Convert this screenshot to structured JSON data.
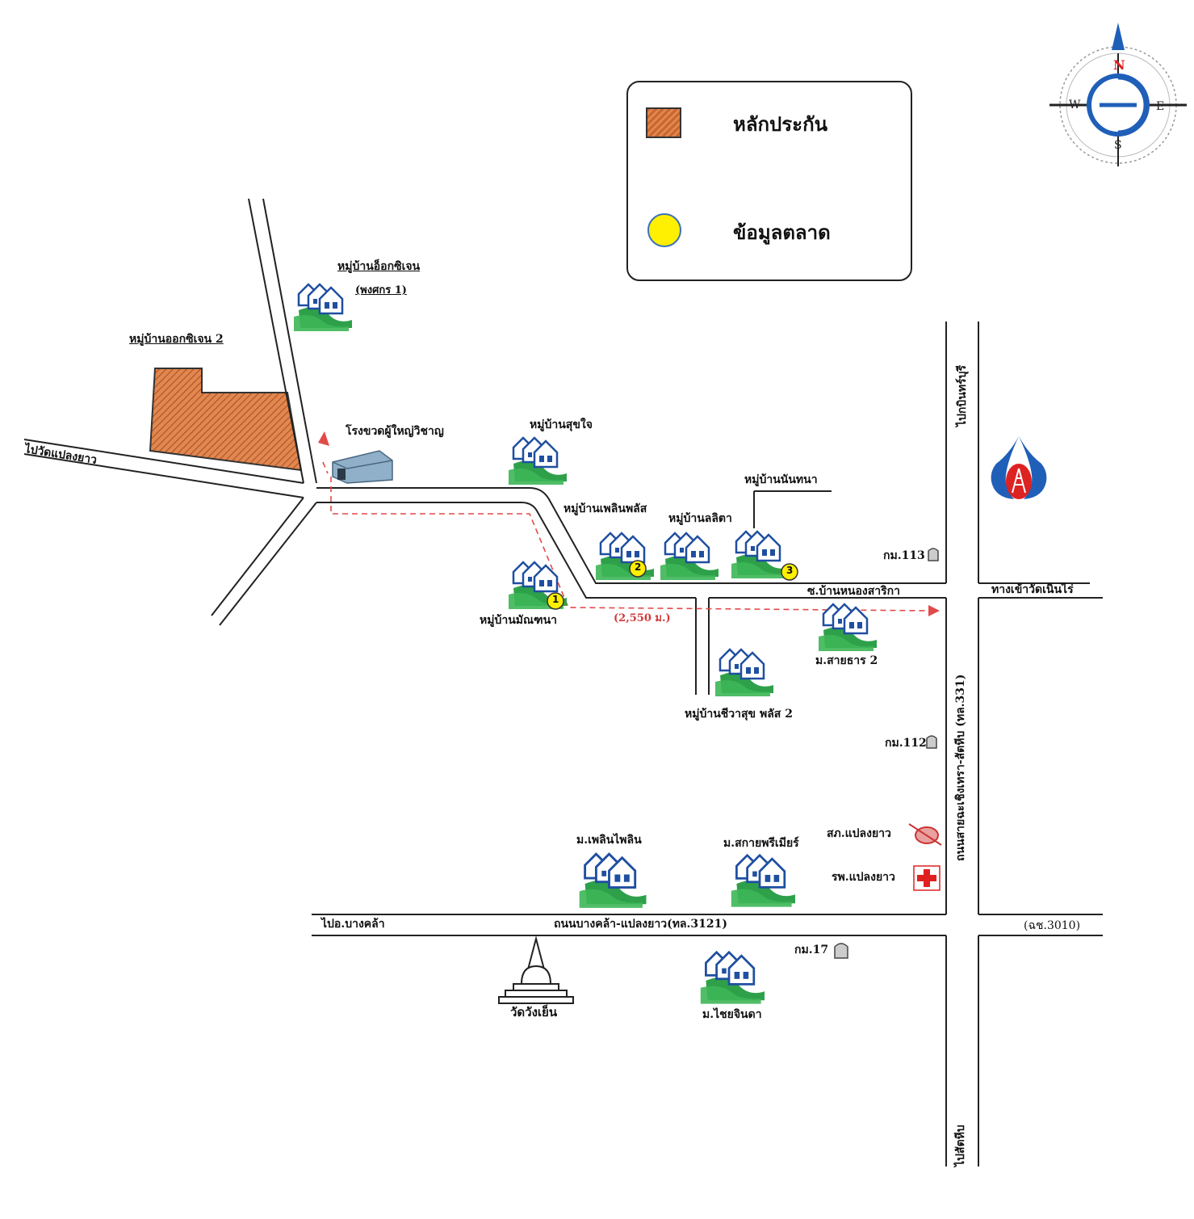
{
  "legend": {
    "items": [
      {
        "label": "หลักประกัน",
        "color": "#c9672f",
        "symbol": "hatched-square"
      },
      {
        "label": "ข้อมูลตลาด",
        "color": "#ffef00",
        "symbol": "yellow-circle"
      }
    ]
  },
  "compass": {
    "n": "N",
    "s": "S",
    "e": "E",
    "w": "W"
  },
  "places": {
    "oxygen1": "หมู่บ้านอ็อกซิเจน",
    "oxygen1_sub": "(พงศกร 1)",
    "oxygen2": "หมู่บ้านออกซิเจน 2",
    "factory": "โรงขวดผู้ใหญ่วิชาญ",
    "sukjai": "หมู่บ้านสุขใจ",
    "ploenplus": "หมู่บ้านเพลินพลัส",
    "lalita": "หมู่บ้านลลิตา",
    "nanthana": "หมู่บ้านนันทนา",
    "manthana": "หมู่บ้านมัณฑนา",
    "saitarn2": "ม.สายธาร 2",
    "chewasuk2": "หมู่บ้านชีวาสุข พลัส 2",
    "ploenploen": "ม.เพลินไพลิน",
    "sakai": "ม.สกายพรีเมียร์",
    "chaijinda": "ม.ไชยจินดา",
    "watwangyen": "วัดวังเย็น",
    "police": "สภ.แปลงยาว",
    "hospital": "รพ.แปลงยาว"
  },
  "roads": {
    "to_wat_plaengyao": "ไปวัดแปลงยาว",
    "to_prachinburi": "ไปกบินทร์บุรี",
    "soi_nongsarika": "ซ.บ้านหนองสาริกา",
    "to_wat_noenrai": "ทางเข้าวัดเนินไร่",
    "main_highway": "ถนนสายฉะเชิงเทรา-สัตหีบ (ทล.331)",
    "to_bangkhla": "ไปอ.บางคล้า",
    "bangkhla_road": "ถนนบางคล้า-แปลงยาว(ทล.3121)",
    "route_3010": "(ฉช.3010)",
    "to_sattahip": "ไปสัตหีบ",
    "distance": "(2,550 ม.)"
  },
  "km_markers": [
    "กม.113",
    "กม.112",
    "กม.17"
  ],
  "market_markers": [
    "1",
    "2",
    "3"
  ]
}
